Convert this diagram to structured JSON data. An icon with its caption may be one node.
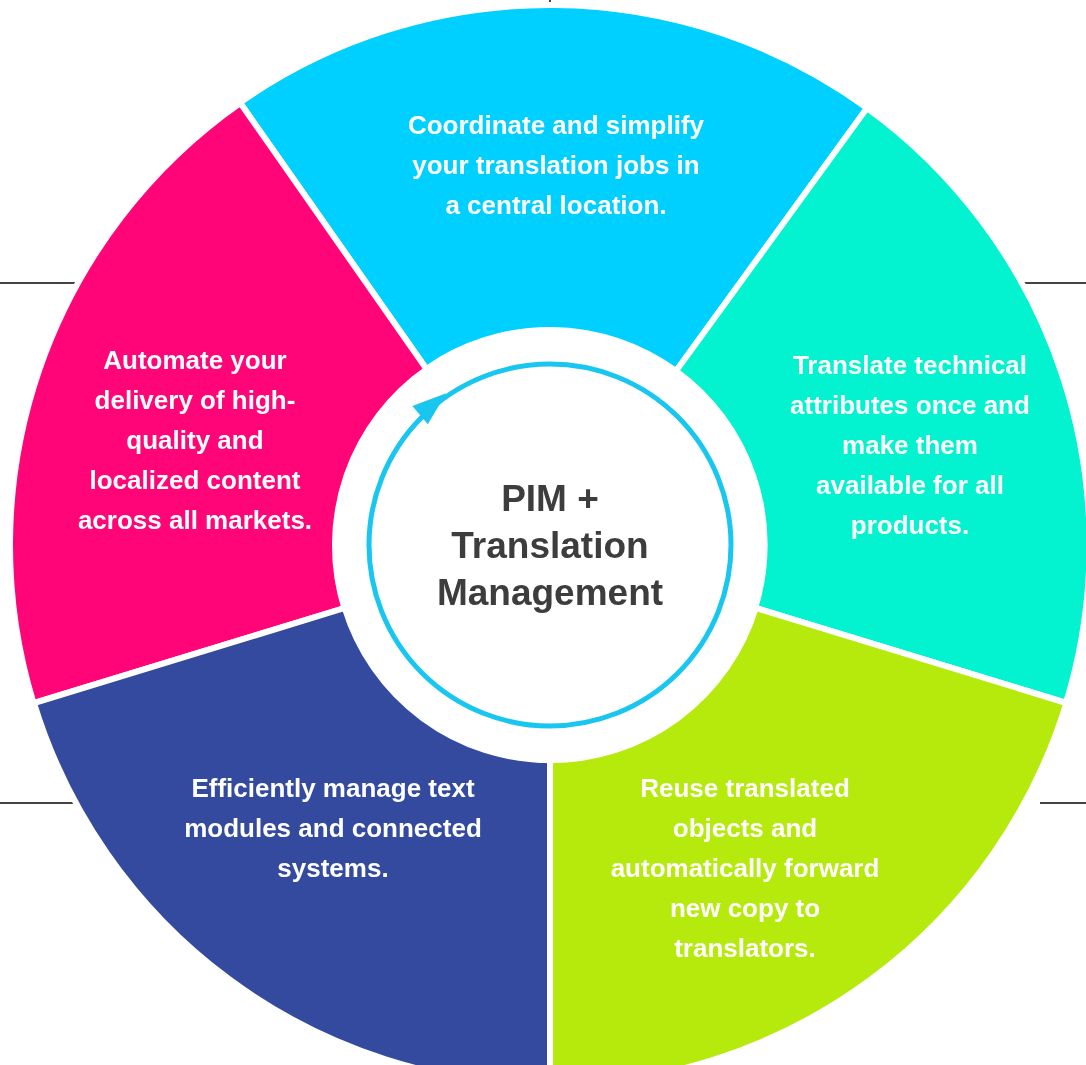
{
  "diagram": {
    "nodes": [
      {
        "text": [
          "Coordinate and simplify your translation jobs in a central location."
        ]
      },
      {
        "text": [
          "Automate your delivery of high-quality and localized content across all markets."
        ]
      },
      {
        "text": [
          "Translate technical attributes once and make them available for all products."
        ]
      },
      {
        "text": [
          "PIM + Translation Management"
        ]
      },
      {
        "text": [
          "Efficiently manage text modules and connected systems."
        ]
      },
      {
        "text": [
          "Reuse translated objects and automatically forward new copy to translators."
        ]
      }
    ]
  }
}
